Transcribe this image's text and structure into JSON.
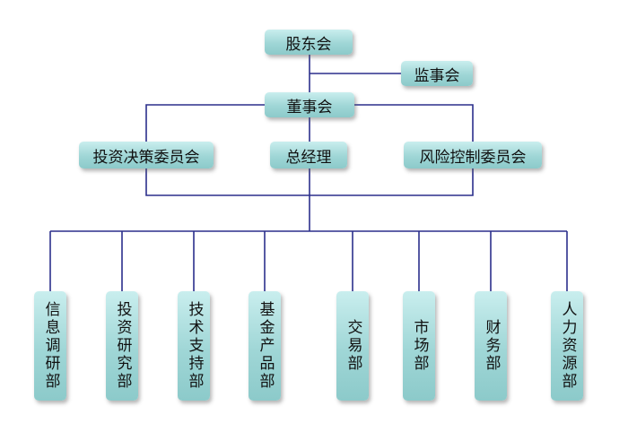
{
  "top": {
    "shareholders": "股东会",
    "supervisors": "监事会",
    "board": "董事会"
  },
  "middle": {
    "investment_committee": "投资决策委员会",
    "general_manager": "总经理",
    "risk_committee": "风险控制委员会"
  },
  "departments": [
    "信息调研部",
    "投资研究部",
    "技术支持部",
    "基金产品部",
    "交易部",
    "市场部",
    "财务部",
    "人力资源部"
  ],
  "colors": {
    "box_fill": "#a6d9d9",
    "connector": "#2b2f8c"
  }
}
